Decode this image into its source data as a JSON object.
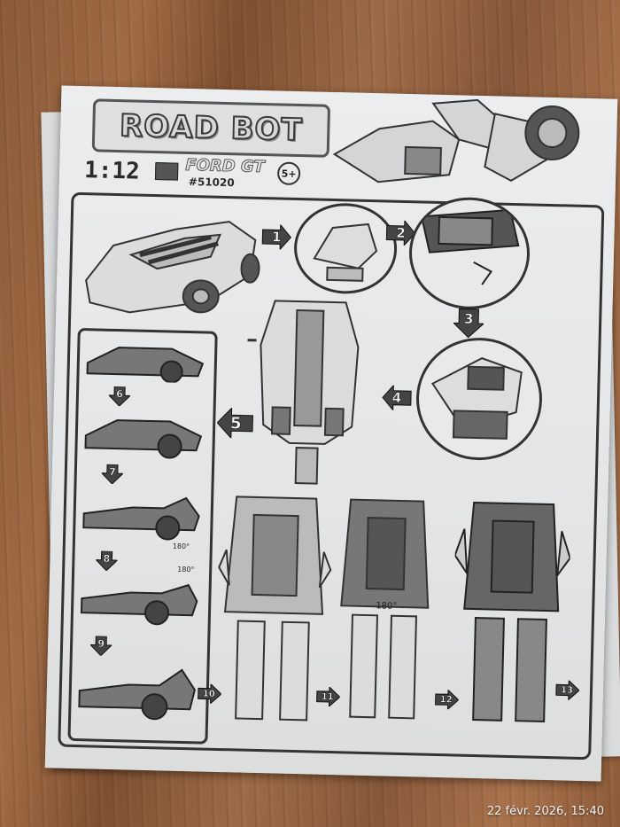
{
  "photo": {
    "subject": "instruction-sheet",
    "timestamp": "22 févr. 2026, 15:40"
  },
  "sheet": {
    "logo": "ROAD BOT",
    "scale": "1:12",
    "model_name": "FORD GT",
    "part_number": "#51020",
    "age": "5+"
  },
  "steps": {
    "s1": "1",
    "s2": "2",
    "s3": "3",
    "s4": "4",
    "s5": "5",
    "s6": "6",
    "s7": "7",
    "s8": "8",
    "s9": "9",
    "s10": "10",
    "s11": "11",
    "s12": "12",
    "s13": "13"
  },
  "annotations": {
    "deg_a": "180°",
    "deg_b": "180°",
    "deg_c": "180°"
  },
  "colors": {
    "table_wood": "#8a5a38",
    "paper": "#e6e7e8",
    "ink": "#333333"
  }
}
